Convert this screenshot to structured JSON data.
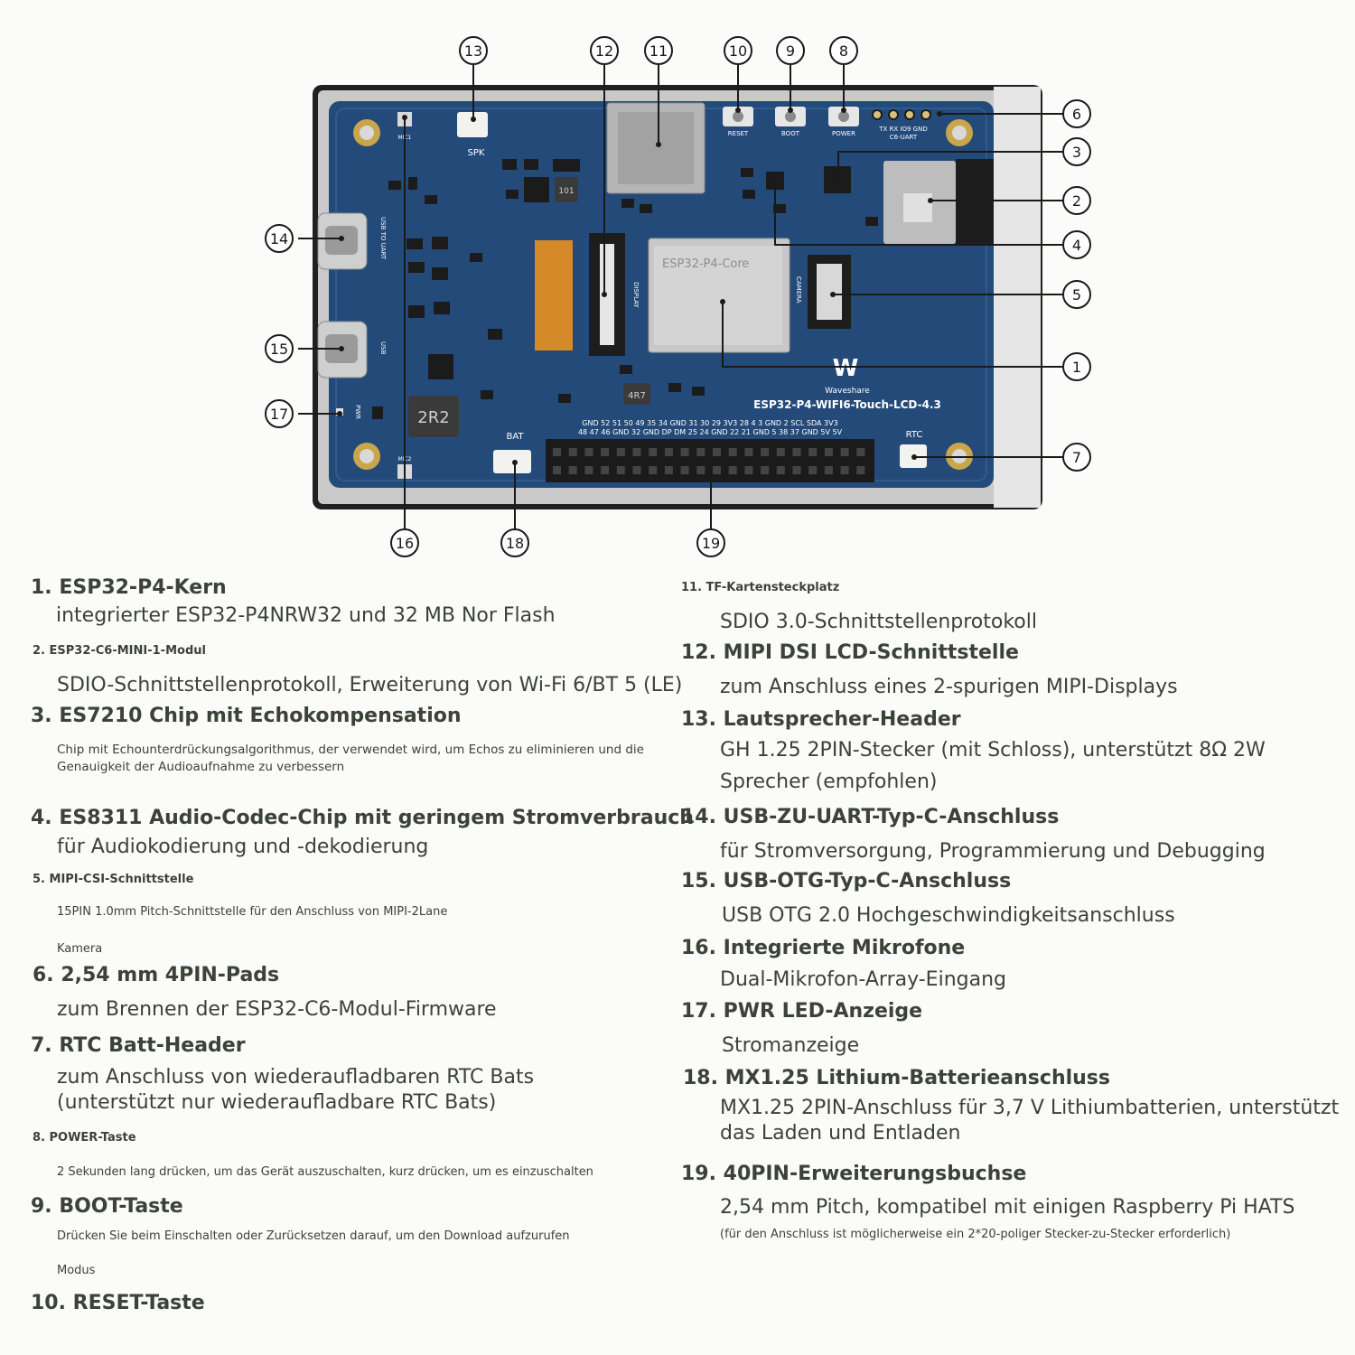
{
  "board": {
    "silk": {
      "spk": "SPK",
      "mic1": "MIC1",
      "mic2": "MIC2",
      "bat": "BAT",
      "rtc": "RTC",
      "reset": "RESET",
      "boot": "BOOT",
      "power": "POWER",
      "c6_pins": "TX RX IO9 GND",
      "c6_uart": "C6-UART",
      "usb_to_uart": "USB TO UART",
      "usb": "USB",
      "pwr": "PWR",
      "display": "DISPLAY",
      "camera": "CAMERA",
      "module": "ESP32-P4-Core",
      "brand": "Waveshare",
      "model": "ESP32-P4-WIFI6-Touch-LCD-4.3",
      "ind_2r2": "2R2",
      "ind_4r7": "4R7",
      "ind_101": "101",
      "pins_top": "GND 52 51 50 49 35 34 GND 31 30 29 3V3 28 4 3 GND 2 SCL SDA 3V3",
      "pins_bottom": "48 47 46 GND 32 GND DP DM 25 24 GND 22 21 GND 5 38 37 GND 5V 5V"
    },
    "callouts": [
      "13",
      "12",
      "11",
      "10",
      "9",
      "8",
      "6",
      "3",
      "2",
      "4",
      "5",
      "1",
      "14",
      "15",
      "17",
      "7",
      "16",
      "18",
      "19"
    ]
  },
  "legend": {
    "left": [
      {
        "title": "1. ESP32-P4-Kern",
        "lines": [
          "integrierter ESP32-P4NRW32 und 32 MB Nor Flash"
        ]
      },
      {
        "title": "2. ESP32-C6-MINI-1-Modul",
        "lines": [
          "SDIO-Schnittstellenprotokoll, Erweiterung von Wi-Fi 6/BT 5 (LE)"
        ]
      },
      {
        "title": "3. ES7210 Chip mit Echokompensation",
        "lines": [
          "Chip mit Echounterdrückungsalgorithmus, der verwendet wird, um Echos zu eliminieren und die",
          "Genauigkeit der Audioaufnahme zu verbessern"
        ]
      },
      {
        "title": "4. ES8311 Audio-Codec-Chip mit geringem Stromverbrauch",
        "lines": [
          "für Audiokodierung und -dekodierung"
        ]
      },
      {
        "title": "5. MIPI-CSI-Schnittstelle",
        "lines": [
          "15PIN 1.0mm Pitch-Schnittstelle für den Anschluss von MIPI-2Lane",
          "Kamera"
        ]
      },
      {
        "title": "6. 2,54 mm 4PIN-Pads",
        "lines": [
          "zum Brennen der ESP32-C6-Modul-Firmware"
        ]
      },
      {
        "title": "7. RTC Batt-Header",
        "lines": [
          "zum Anschluss von wiederaufladbaren RTC Bats",
          "(unterstützt nur wiederaufladbare RTC Bats)"
        ]
      },
      {
        "title": "8. POWER-Taste",
        "lines": [
          "2 Sekunden lang drücken, um das Gerät auszuschalten, kurz drücken, um es einzuschalten"
        ]
      },
      {
        "title": "9. BOOT-Taste",
        "lines": [
          "Drücken Sie beim Einschalten oder Zurücksetzen darauf, um den Download aufzurufen",
          "Modus"
        ]
      },
      {
        "title": "10. RESET-Taste",
        "lines": []
      }
    ],
    "right": [
      {
        "title": "11. TF-Kartensteckplatz",
        "lines": [
          "SDIO 3.0-Schnittstellenprotokoll"
        ]
      },
      {
        "title": "12. MIPI DSI LCD-Schnittstelle",
        "lines": [
          "zum Anschluss eines 2-spurigen MIPI-Displays"
        ]
      },
      {
        "title": "13. Lautsprecher-Header",
        "lines": [
          "GH 1.25 2PIN-Stecker (mit Schloss), unterstützt 8Ω 2W",
          "Sprecher (empfohlen)"
        ]
      },
      {
        "title": "14. USB-ZU-UART-Typ-C-Anschluss",
        "lines": [
          "für Stromversorgung, Programmierung und Debugging"
        ]
      },
      {
        "title": "15. USB-OTG-Typ-C-Anschluss",
        "lines": [
          "USB OTG 2.0 Hochgeschwindigkeitsanschluss"
        ]
      },
      {
        "title": "16. Integrierte Mikrofone",
        "lines": [
          "Dual-Mikrofon-Array-Eingang"
        ]
      },
      {
        "title": "17. PWR LED-Anzeige",
        "lines": [
          "Stromanzeige"
        ]
      },
      {
        "title": "18. MX1.25 Lithium-Batterieanschluss",
        "lines": [
          "MX1.25 2PIN-Anschluss für 3,7 V Lithiumbatterien, unterstützt",
          "das Laden und Entladen"
        ]
      },
      {
        "title": "19. 40PIN-Erweiterungsbuchse",
        "lines": [
          "2,54 mm Pitch, kompatibel mit einigen Raspberry Pi HATS",
          "(für den Anschluss ist möglicherweise ein 2*20-poliger Stecker-zu-Stecker erforderlich)"
        ]
      }
    ]
  }
}
